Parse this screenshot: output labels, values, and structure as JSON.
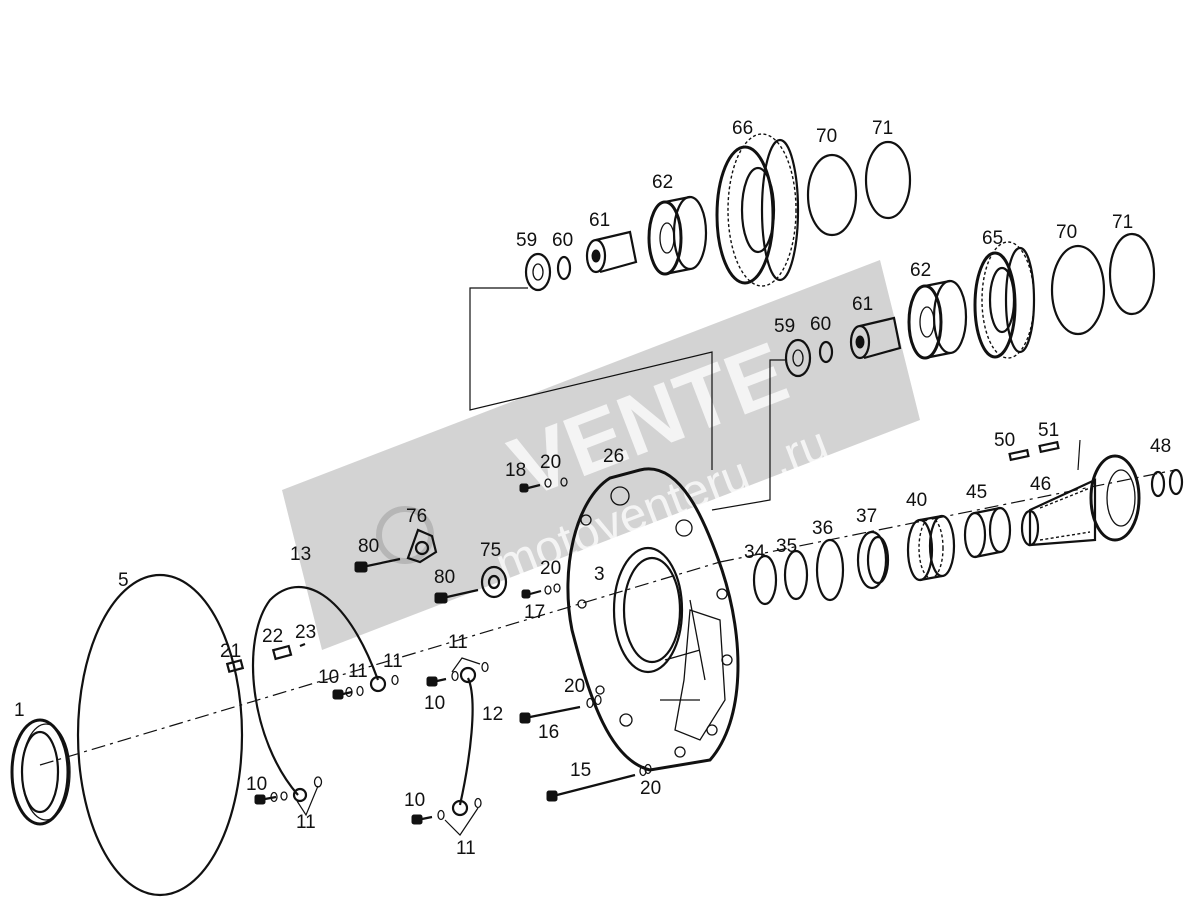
{
  "diagram": {
    "callouts": [
      {
        "id": "c1",
        "text": "1"
      },
      {
        "id": "c5",
        "text": "5"
      },
      {
        "id": "c13",
        "text": "13"
      },
      {
        "id": "c21",
        "text": "21"
      },
      {
        "id": "c22",
        "text": "22"
      },
      {
        "id": "c23",
        "text": "23"
      },
      {
        "id": "c10a",
        "text": "10"
      },
      {
        "id": "c11a",
        "text": "11"
      },
      {
        "id": "c11b",
        "text": "11"
      },
      {
        "id": "c10b",
        "text": "10"
      },
      {
        "id": "c11c",
        "text": "11"
      },
      {
        "id": "c10c",
        "text": "10"
      },
      {
        "id": "c11d",
        "text": "11"
      },
      {
        "id": "c12",
        "text": "12"
      },
      {
        "id": "c10d",
        "text": "10"
      },
      {
        "id": "c11e",
        "text": "11"
      },
      {
        "id": "c80a",
        "text": "80"
      },
      {
        "id": "c76",
        "text": "76"
      },
      {
        "id": "c80b",
        "text": "80"
      },
      {
        "id": "c75",
        "text": "75"
      },
      {
        "id": "c18",
        "text": "18"
      },
      {
        "id": "c20a",
        "text": "20"
      },
      {
        "id": "c20b",
        "text": "20"
      },
      {
        "id": "c17",
        "text": "17"
      },
      {
        "id": "c20c",
        "text": "20"
      },
      {
        "id": "c16",
        "text": "16"
      },
      {
        "id": "c15",
        "text": "15"
      },
      {
        "id": "c20d",
        "text": "20"
      },
      {
        "id": "c26",
        "text": "26"
      },
      {
        "id": "c3",
        "text": "3"
      },
      {
        "id": "c34",
        "text": "34"
      },
      {
        "id": "c35",
        "text": "35"
      },
      {
        "id": "c36",
        "text": "36"
      },
      {
        "id": "c37",
        "text": "37"
      },
      {
        "id": "c40",
        "text": "40"
      },
      {
        "id": "c45",
        "text": "45"
      },
      {
        "id": "c46",
        "text": "46"
      },
      {
        "id": "c50",
        "text": "50"
      },
      {
        "id": "c51",
        "text": "51"
      },
      {
        "id": "c48",
        "text": "48"
      },
      {
        "id": "c59a",
        "text": "59"
      },
      {
        "id": "c60a",
        "text": "60"
      },
      {
        "id": "c61a",
        "text": "61"
      },
      {
        "id": "c62a",
        "text": "62"
      },
      {
        "id": "c66",
        "text": "66"
      },
      {
        "id": "c70a",
        "text": "70"
      },
      {
        "id": "c71a",
        "text": "71"
      },
      {
        "id": "c59b",
        "text": "59"
      },
      {
        "id": "c60b",
        "text": "60"
      },
      {
        "id": "c61b",
        "text": "61"
      },
      {
        "id": "c62b",
        "text": "62"
      },
      {
        "id": "c65",
        "text": "65"
      },
      {
        "id": "c70b",
        "text": "70"
      },
      {
        "id": "c71b",
        "text": "71"
      }
    ]
  },
  "watermark": {
    "brand": "VENTE",
    "site": "motoventeru",
    "domain": ".ru",
    "color": "#8c8c8c"
  }
}
